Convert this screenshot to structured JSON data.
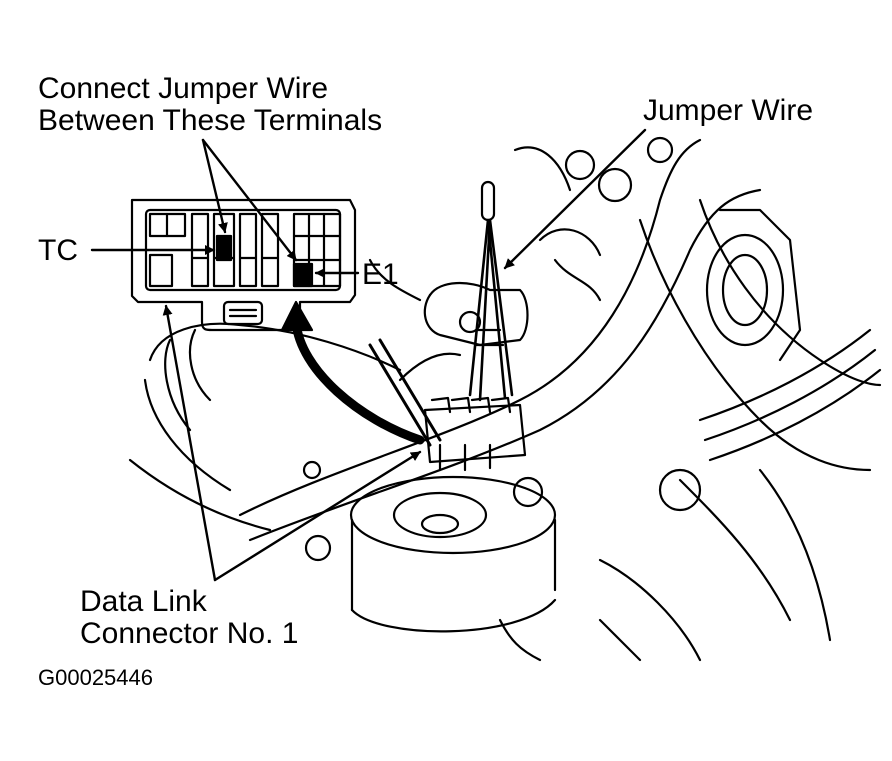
{
  "labels": {
    "connect_line1": "Connect Jumper Wire",
    "connect_line2": "Between These Terminals",
    "jumper_wire": "Jumper Wire",
    "tc": "TC",
    "e1": "E1",
    "dlc_line1": "Data Link",
    "dlc_line2": "Connector No. 1",
    "figure_id": "G00025446"
  },
  "colors": {
    "ink": "#000000",
    "paper": "#ffffff"
  }
}
